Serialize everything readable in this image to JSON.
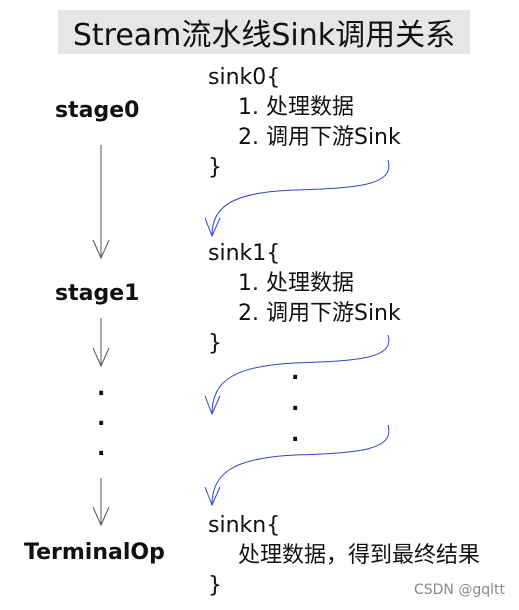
{
  "title": "Stream流水线Sink调用关系",
  "stages": [
    "stage0",
    "stage1",
    "TerminalOp"
  ],
  "ellipsis_dot": ".",
  "sinks": [
    {
      "name": "sink0",
      "open": "{",
      "lines": [
        "1. 处理数据",
        "2. 调用下游Sink"
      ],
      "close": "}"
    },
    {
      "name": "sink1",
      "open": "{",
      "lines": [
        "1. 处理数据",
        "2. 调用下游Sink"
      ],
      "close": "}"
    },
    {
      "name": "sinkn",
      "open": "{",
      "lines": [
        "处理数据，得到最终结果"
      ],
      "close": "}"
    }
  ],
  "colors": {
    "flow_arrow": "#3344cc",
    "stage_arrow": "#555555",
    "title_bg": "#e6e6e6"
  },
  "watermark": "CSDN @gqltt"
}
